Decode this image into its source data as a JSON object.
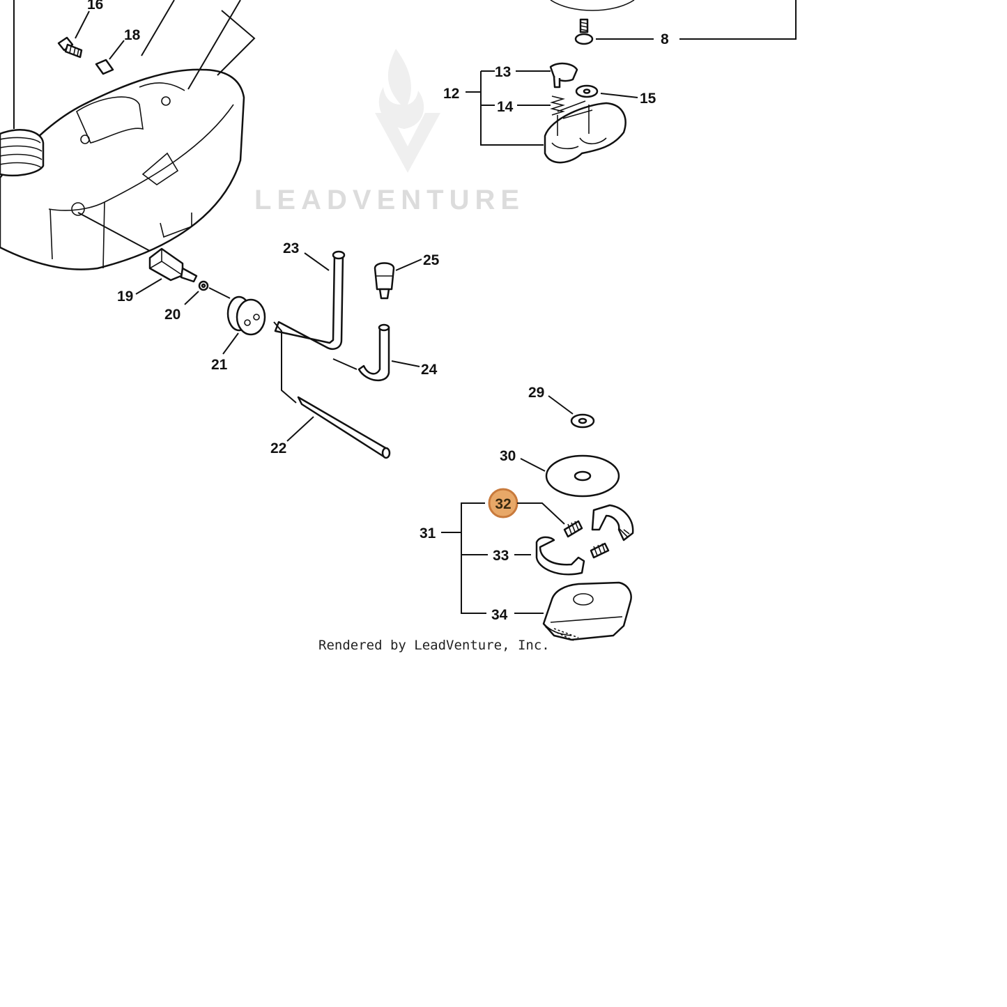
{
  "watermark": {
    "text": "LEADVENTURE"
  },
  "footer": {
    "text": "Rendered by LeadVenture, Inc."
  },
  "labels": {
    "p8": "8",
    "p12": "12",
    "p13": "13",
    "p14": "14",
    "p15": "15",
    "p16": "16",
    "p18": "18",
    "p19": "19",
    "p20": "20",
    "p21": "21",
    "p22": "22",
    "p23": "23",
    "p24": "24",
    "p25": "25",
    "p29": "29",
    "p30": "30",
    "p31": "31",
    "p32": "32",
    "p33": "33",
    "p34": "34"
  },
  "highlight": {
    "part": "32",
    "color": "#e8a868",
    "border": "#c87a3c"
  }
}
